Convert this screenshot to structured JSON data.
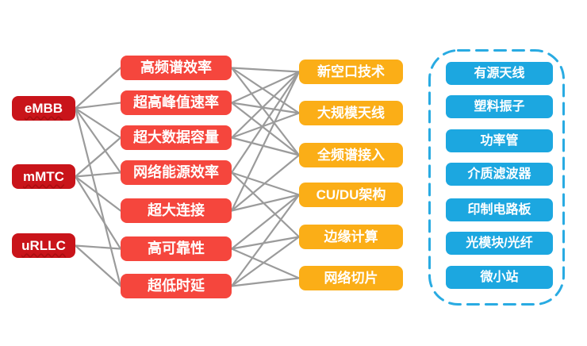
{
  "diagram": {
    "scenarios": [
      {
        "label": "eMBB"
      },
      {
        "label": "mMTC"
      },
      {
        "label": "uRLLC"
      }
    ],
    "features": [
      {
        "label": "高频谱效率"
      },
      {
        "label": "超高峰值速率"
      },
      {
        "label": "超大数据容量"
      },
      {
        "label": "网络能源效率"
      },
      {
        "label": "超大连接"
      },
      {
        "label": "高可靠性"
      },
      {
        "label": "超低时延"
      }
    ],
    "technologies": [
      {
        "label": "新空口技术"
      },
      {
        "label": "大规模天线"
      },
      {
        "label": "全频谱接入"
      },
      {
        "label": "CU/DU架构"
      },
      {
        "label": "边缘计算"
      },
      {
        "label": "网络切片"
      }
    ],
    "components": [
      {
        "label": "有源天线"
      },
      {
        "label": "塑料振子"
      },
      {
        "label": "功率管"
      },
      {
        "label": "介质滤波器"
      },
      {
        "label": "印制电路板"
      },
      {
        "label": "光模块/光纤"
      },
      {
        "label": "微小站"
      }
    ],
    "edges": {
      "scenario_to_feature": [
        [
          "eMBB",
          "高频谱效率"
        ],
        [
          "eMBB",
          "超高峰值速率"
        ],
        [
          "eMBB",
          "超大数据容量"
        ],
        [
          "eMBB",
          "网络能源效率"
        ],
        [
          "eMBB",
          "超低时延"
        ],
        [
          "mMTC",
          "超大数据容量"
        ],
        [
          "mMTC",
          "网络能源效率"
        ],
        [
          "mMTC",
          "超大连接"
        ],
        [
          "mMTC",
          "高可靠性"
        ],
        [
          "uRLLC",
          "高可靠性"
        ],
        [
          "uRLLC",
          "超低时延"
        ]
      ],
      "feature_to_technology": [
        [
          "高频谱效率",
          "新空口技术"
        ],
        [
          "高频谱效率",
          "大规模天线"
        ],
        [
          "高频谱效率",
          "全频谱接入"
        ],
        [
          "超高峰值速率",
          "新空口技术"
        ],
        [
          "超高峰值速率",
          "大规模天线"
        ],
        [
          "超高峰值速率",
          "全频谱接入"
        ],
        [
          "超大数据容量",
          "新空口技术"
        ],
        [
          "超大数据容量",
          "大规模天线"
        ],
        [
          "超大数据容量",
          "全频谱接入"
        ],
        [
          "网络能源效率",
          "新空口技术"
        ],
        [
          "网络能源效率",
          "CU/DU架构"
        ],
        [
          "网络能源效率",
          "边缘计算"
        ],
        [
          "超大连接",
          "新空口技术"
        ],
        [
          "超大连接",
          "全频谱接入"
        ],
        [
          "超大连接",
          "CU/DU架构"
        ],
        [
          "高可靠性",
          "CU/DU架构"
        ],
        [
          "高可靠性",
          "边缘计算"
        ],
        [
          "高可靠性",
          "网络切片"
        ],
        [
          "超低时延",
          "CU/DU架构"
        ],
        [
          "超低时延",
          "边缘计算"
        ],
        [
          "超低时延",
          "网络切片"
        ]
      ]
    },
    "colors": {
      "scenario": "#C9141A",
      "feature": "#F5463D",
      "technology": "#FBAE17",
      "component": "#1CA7E0",
      "connector": "#9B9B9B",
      "container_border": "#29ABE2",
      "background": "#FFFFFF"
    }
  }
}
